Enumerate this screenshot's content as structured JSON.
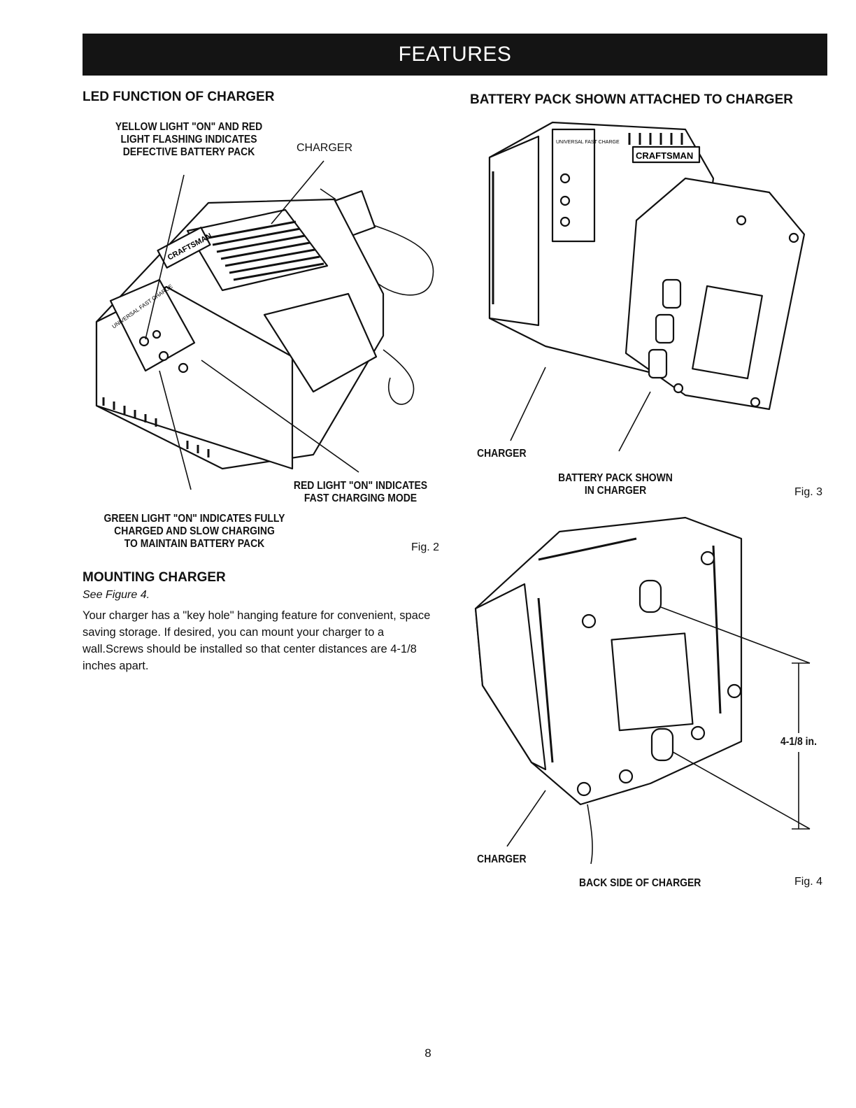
{
  "header": {
    "title": "FEATURES"
  },
  "left": {
    "heading": "LED FUNCTION OF CHARGER",
    "callouts": {
      "yellow_light": [
        "YELLOW LIGHT \"ON\" AND RED",
        "LIGHT FLASHING INDICATES",
        "DEFECTIVE BATTERY PACK"
      ],
      "charger": "CHARGER",
      "red_light": [
        "RED LIGHT \"ON\" INDICATES",
        "FAST CHARGING MODE"
      ],
      "green_light": [
        "GREEN LIGHT \"ON\" INDICATES FULLY",
        "CHARGED AND SLOW CHARGING",
        "TO MAINTAIN BATTERY PACK"
      ]
    },
    "figure_label": "Fig. 2",
    "brand_text": "CRAFTSMAN",
    "panel_text": "UNIVERSAL FAST CHARGE"
  },
  "mounting": {
    "heading": "MOUNTING CHARGER",
    "see": "See Figure 4.",
    "body": "Your charger has a \"key hole\" hanging feature for convenient, space saving storage. If desired, you can mount your charger to a wall.Screws should be installed so that center distances are 4-1/8 inches apart."
  },
  "right_top": {
    "heading": "BATTERY PACK SHOWN ATTACHED TO CHARGER",
    "charger_label": "CHARGER",
    "battery_label": [
      "BATTERY PACK SHOWN",
      "IN CHARGER"
    ],
    "figure_label": "Fig. 3",
    "brand_text": "CRAFTSMAN",
    "panel_text": "UNIVERSAL FAST CHARGE"
  },
  "right_bottom": {
    "dimension": "4-1/8 in.",
    "charger_label": "CHARGER",
    "caption": "BACK SIDE OF CHARGER",
    "figure_label": "Fig. 4"
  },
  "footer": {
    "page_number": "8"
  }
}
